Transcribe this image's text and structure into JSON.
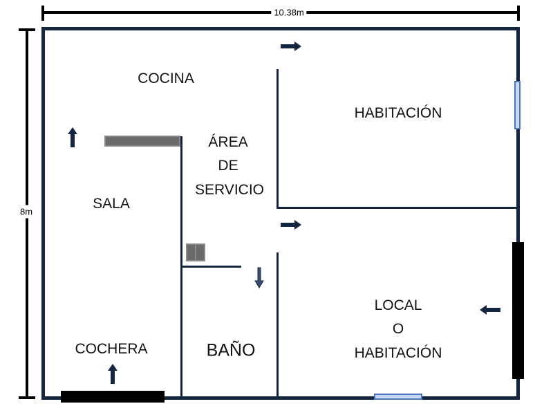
{
  "dimensions": {
    "width_label": "10.38m",
    "height_label": "8m"
  },
  "rooms": {
    "cocina": "COCINA",
    "habitacion": "HABITACIÓN",
    "area_servicio": [
      "ÁREA",
      "DE",
      "SERVICIO"
    ],
    "sala": "SALA",
    "cochera": "COCHERA",
    "bano": "BAÑO",
    "local": [
      "LOCAL",
      "O",
      "HABITACIÓN"
    ]
  },
  "colors": {
    "wall": "#13253f",
    "window": "#c8d8f0",
    "door": "#000000",
    "furniture": "#6b6b6b"
  }
}
